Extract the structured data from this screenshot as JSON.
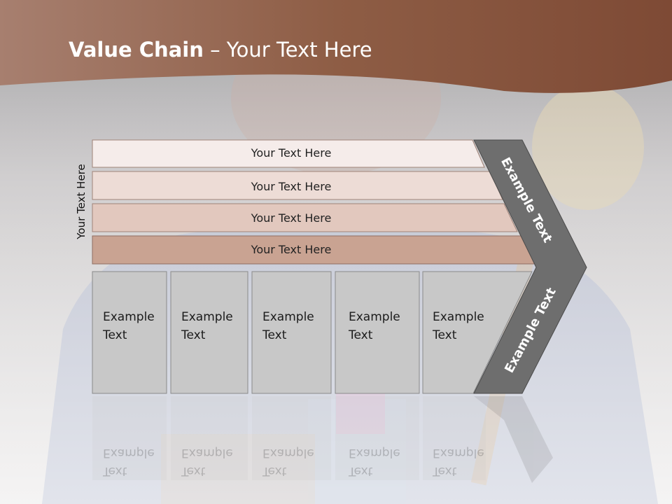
{
  "title": {
    "bold": "Value Chain",
    "rest": " – Your Text Here"
  },
  "side_label": "Your Text Here",
  "bars": [
    {
      "label": "Your Text Here"
    },
    {
      "label": "Your Text Here"
    },
    {
      "label": "Your Text Here"
    },
    {
      "label": "Your Text Here"
    }
  ],
  "boxes": [
    {
      "line1": "Example",
      "line2": "Text"
    },
    {
      "line1": "Example",
      "line2": "Text"
    },
    {
      "line1": "Example",
      "line2": "Text"
    },
    {
      "line1": "Example",
      "line2": "Text"
    },
    {
      "line1": "Example",
      "line2": "Text"
    }
  ],
  "chevron": {
    "upper": "Example Text",
    "lower": "Example Text"
  },
  "colors": {
    "banner": "#8c5a44",
    "bar1": "#f5ecea",
    "bar2": "#eddcd6",
    "bar3": "#e2c8be",
    "bar4": "#c9a392",
    "box": "#c8c8c8",
    "chevron": "#6e6e6e"
  }
}
